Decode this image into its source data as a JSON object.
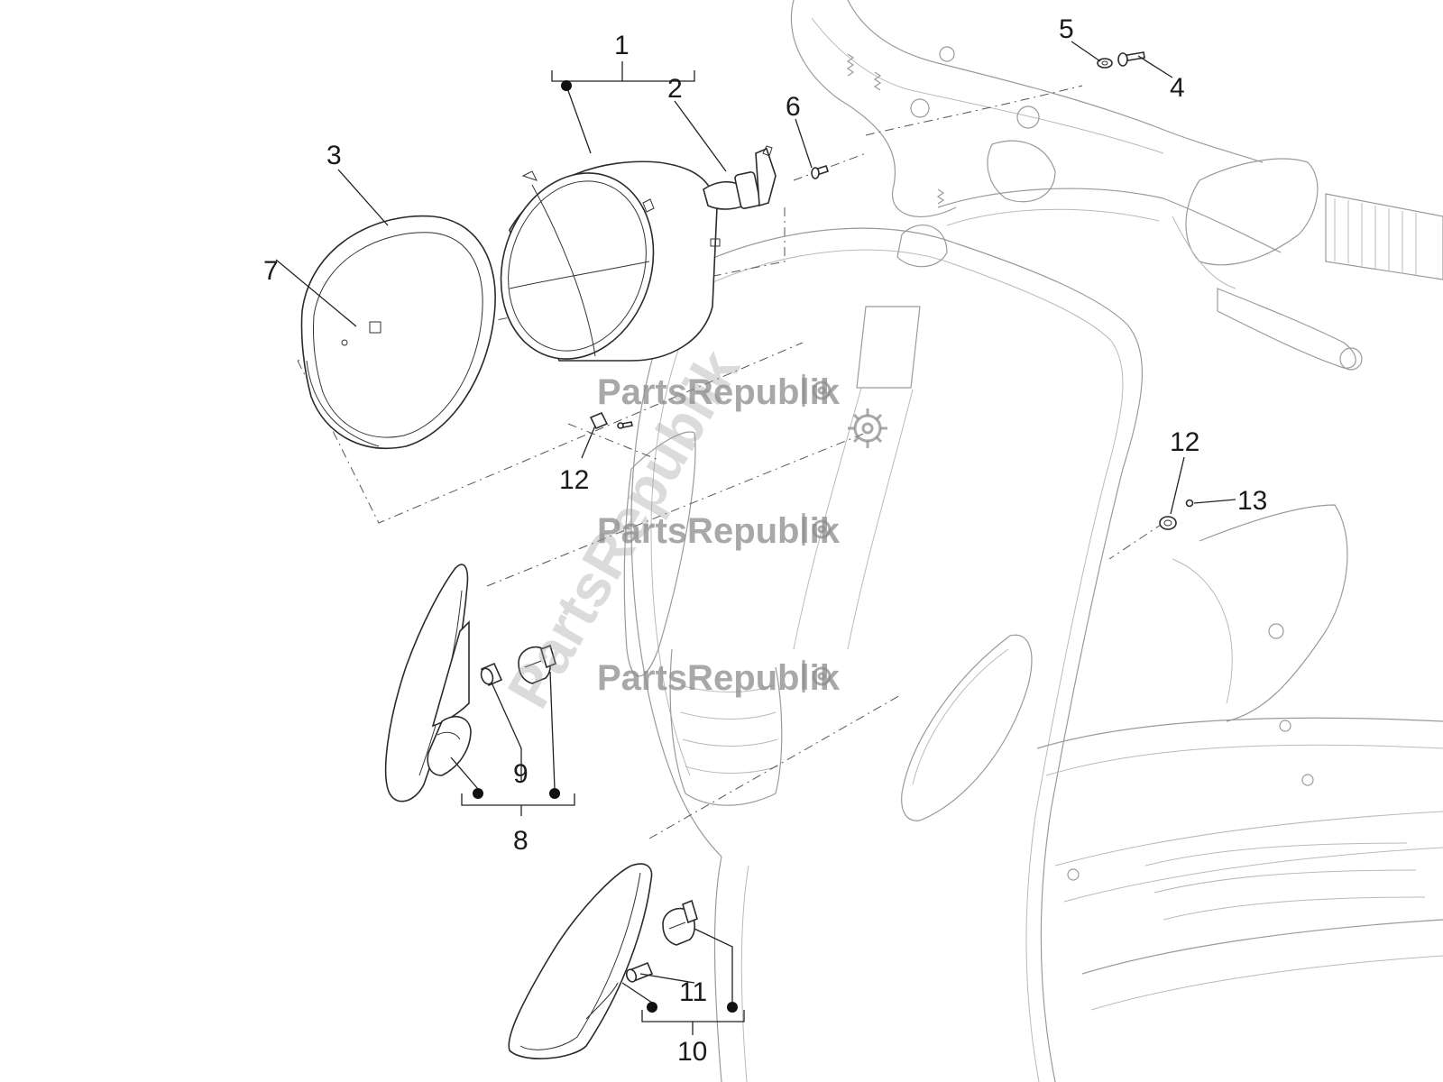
{
  "diagram": {
    "callouts": [
      {
        "id": "1",
        "label": "1"
      },
      {
        "id": "2",
        "label": "2"
      },
      {
        "id": "3",
        "label": "3"
      },
      {
        "id": "4",
        "label": "4"
      },
      {
        "id": "5",
        "label": "5"
      },
      {
        "id": "6",
        "label": "6"
      },
      {
        "id": "7",
        "label": "7"
      },
      {
        "id": "8",
        "label": "8"
      },
      {
        "id": "9",
        "label": "9"
      },
      {
        "id": "10",
        "label": "10"
      },
      {
        "id": "11",
        "label": "11"
      },
      {
        "id": "12a",
        "label": "12"
      },
      {
        "id": "12b",
        "label": "12"
      },
      {
        "id": "13",
        "label": "13"
      }
    ],
    "watermarks": [
      {
        "text": "PartsRepublik"
      },
      {
        "text": "PartsRepublik"
      },
      {
        "text": "PartsRepublik"
      }
    ],
    "diagonal_watermark": "PartsRepublik",
    "colors": {
      "line": "#2b2b2b",
      "ghost": "#b9b9b9",
      "watermark": "#8c8c8c"
    }
  }
}
